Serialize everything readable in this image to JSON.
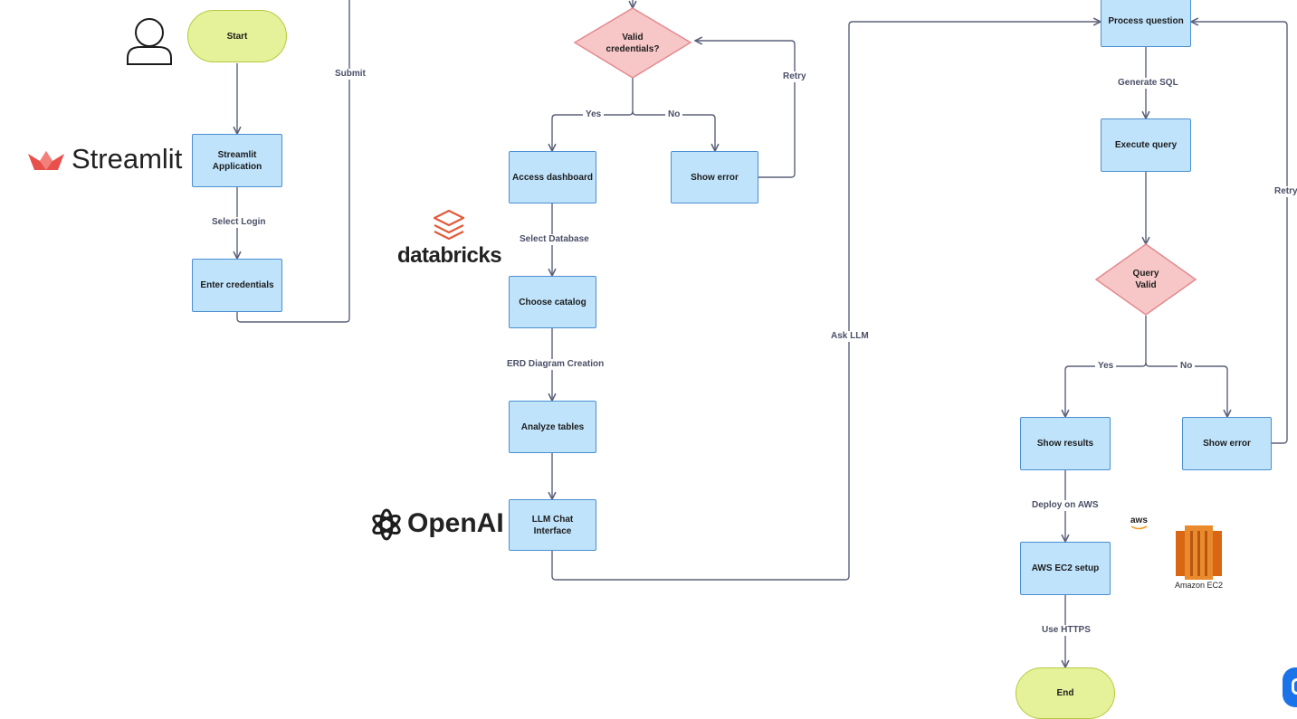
{
  "nodes": {
    "start": "Start",
    "streamlit_app": "Streamlit\nApplication",
    "enter_credentials": "Enter credentials",
    "valid_credentials": "Valid\ncredentials?",
    "access_dashboard": "Access dashboard",
    "show_error_login": "Show error",
    "choose_catalog": "Choose catalog",
    "analyze_tables": "Analyze tables",
    "llm_chat": "LLM Chat\nInterface",
    "process_question": "Process question",
    "execute_query": "Execute query",
    "query_valid": "Query\nValid",
    "show_results": "Show results",
    "show_error_query": "Show error",
    "aws_ec2_setup": "AWS EC2 setup",
    "end": "End"
  },
  "edges": {
    "submit": "Submit",
    "select_login": "Select Login",
    "yes_1": "Yes",
    "no_1": "No",
    "retry_1": "Retry",
    "select_database": "Select Database",
    "erd_diagram": "ERD Diagram Creation",
    "ask_llm": "Ask LLM",
    "generate_sql": "Generate SQL",
    "retry_2": "Retry",
    "yes_2": "Yes",
    "no_2": "No",
    "deploy_aws": "Deploy on AWS",
    "use_https": "Use HTTPS"
  },
  "logos": {
    "streamlit": "Streamlit",
    "databricks": "databricks",
    "openai": "OpenAI",
    "aws": "aws",
    "amazon_ec2": "Amazon EC2"
  },
  "icons": [
    "user-icon",
    "streamlit-logo-icon",
    "databricks-logo-icon",
    "openai-logo-icon",
    "aws-logo-icon",
    "amazon-ec2-icon",
    "chat-bubble-icon"
  ],
  "colors": {
    "process_fill": "#bfe3fb",
    "process_border": "#4a8fd1",
    "decision_fill": "#f7c6c7",
    "decision_border": "#e38a8f",
    "terminal_fill": "#e6f29a",
    "connector": "#5b6079"
  }
}
